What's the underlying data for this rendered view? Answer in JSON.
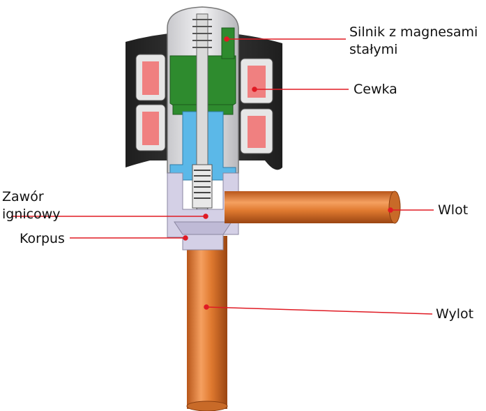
{
  "labels": {
    "motor_line1": "Silnik z magnesami",
    "motor_line2": "stałymi",
    "coil": "Cewka",
    "valve_line1": "Zawór",
    "valve_line2": "ignicowy",
    "body": "Korpus",
    "inlet": "Wlot",
    "outlet": "Wylot"
  },
  "colors": {
    "leader": "#e01b24",
    "housing": "#2b2b2b",
    "coil_fill": "#f08080",
    "rotor_green": "#2e8b2e",
    "blue_part": "#5bb8e8",
    "body_lavender": "#d4d0e6",
    "pipe_copper": "#e07a30"
  }
}
